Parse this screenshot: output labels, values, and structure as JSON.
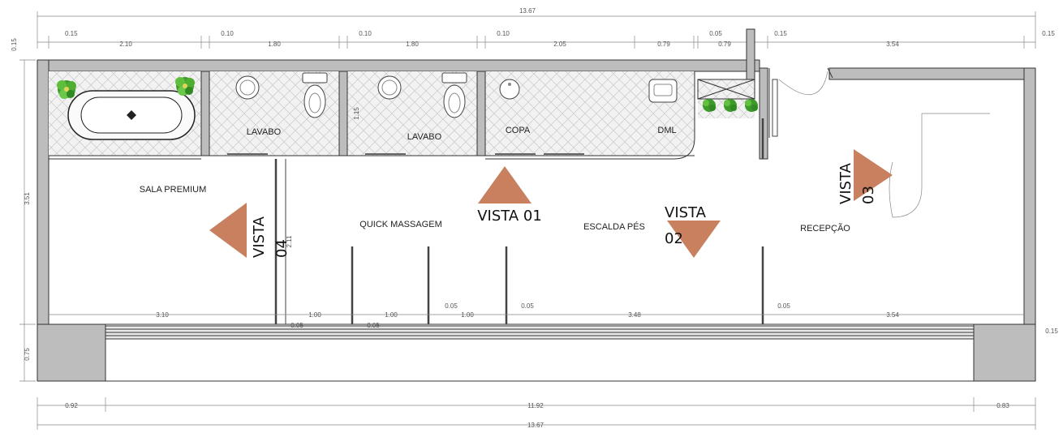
{
  "rooms": {
    "sala_premium": "SALA PREMIUM",
    "lavabo_1": "LAVABO",
    "lavabo_2": "LAVABO",
    "copa": "COPA",
    "dml": "DML",
    "quick_massagem": "QUICK MASSAGEM",
    "escalda_pes": "ESCALDA PÉS",
    "recepcao": "RECEPÇÃO"
  },
  "vistas": {
    "v01": "VISTA 01",
    "v02_a": "VISTA",
    "v02_b": "02",
    "v03_a": "VISTA",
    "v03_b": "03",
    "v04_a": "VISTA",
    "v04_b": "04"
  },
  "dimensions": {
    "total_top": "13.67",
    "total_bottom": "13.67",
    "top": [
      "0.15",
      "2.10",
      "0.10",
      "1.80",
      "0.10",
      "1.80",
      "0.10",
      "2.05",
      "0.79",
      "0.05",
      "0.79",
      "0.15",
      "3.54",
      "0.15"
    ],
    "left_wall": "0.15",
    "left_height": "3.51",
    "left_bottom": "0.75",
    "lavabo_height": "1.15",
    "partition_height": "2.11",
    "bottom_inner": [
      "3.10",
      "1.00",
      "1.00",
      "0.05",
      "1.00",
      "0.05",
      "3.48",
      "0.05",
      "3.54"
    ],
    "small_005": [
      "0.05",
      "0.05"
    ],
    "right_015": "0.15",
    "bottom_outer": [
      "0.92",
      "11.92",
      "0.83"
    ]
  },
  "colors": {
    "vista_marker": "#c8805f",
    "wall": "#bdbdbd",
    "plant": "#3f9a2c"
  },
  "icons": [
    "bathtub-icon",
    "sink-icon",
    "toilet-icon",
    "plant-icon",
    "vista-marker-icon"
  ]
}
